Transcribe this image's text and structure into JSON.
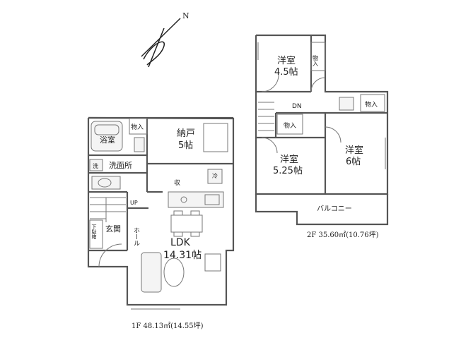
{
  "floor1": {
    "label": "1F 48.13㎡(14.55坪)",
    "rooms": {
      "bath": "浴室",
      "storage_a": "物入",
      "closet_room_name": "納戸",
      "closet_room_size": "5帖",
      "washroom_small": "洗",
      "washroom": "洗面所",
      "fridge": "冷",
      "storage_b": "収",
      "up": "UP",
      "hall": "ホール",
      "shoe": "下駄箱",
      "entrance": "玄関",
      "ldk_name": "LDK",
      "ldk_size": "14.31帖"
    }
  },
  "floor2": {
    "label": "2F 35.60㎡(10.76坪)",
    "rooms": {
      "west_name": "洋室",
      "west_size": "4.5帖",
      "storage_top": "物入",
      "dn": "DN",
      "storage_stair": "物入",
      "storage_right": "物入",
      "mid_name": "洋室",
      "mid_size": "5.25帖",
      "east_name": "洋室",
      "east_size": "6帖",
      "balcony": "バルコニー"
    }
  },
  "compass": {
    "label": "N"
  }
}
